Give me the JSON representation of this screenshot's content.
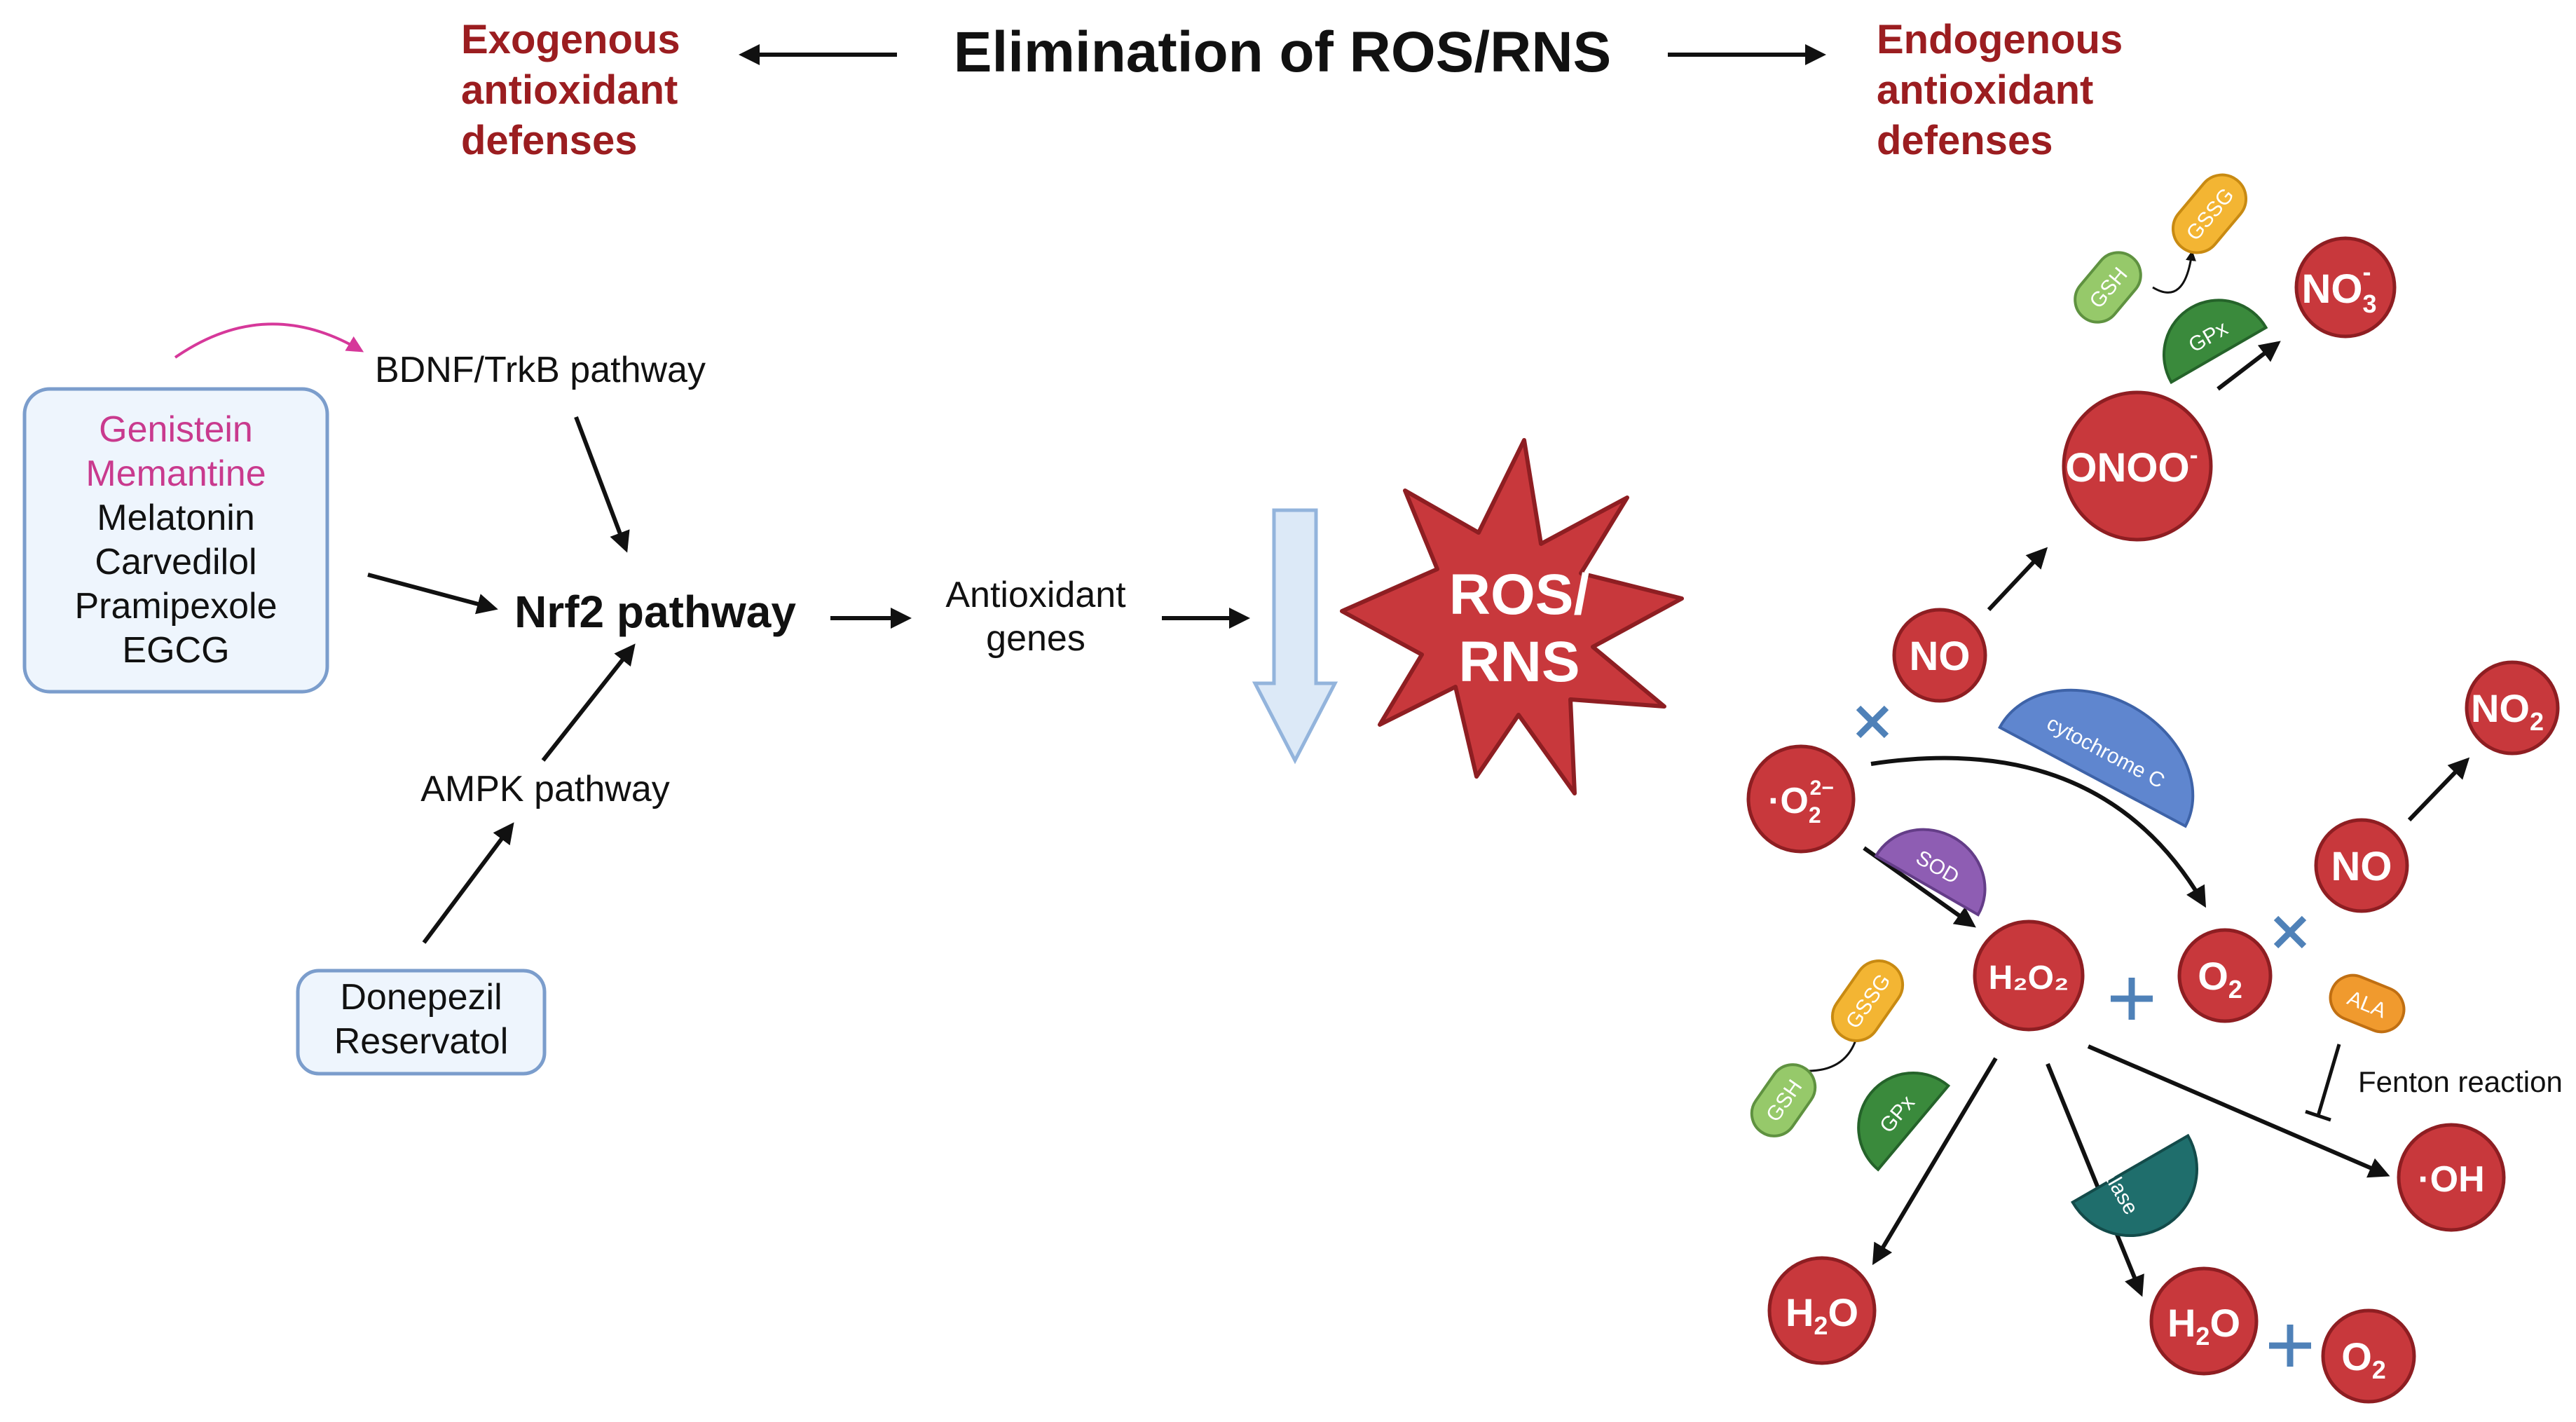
{
  "title": "Elimination of ROS/RNS",
  "headers": {
    "exogenous": [
      "Exogenous",
      "antioxidant",
      "defenses"
    ],
    "endogenous": [
      "Endogenous",
      "antioxidant",
      "defenses"
    ]
  },
  "drug_group_1": {
    "pink": [
      "Genistein",
      "Memantine"
    ],
    "black": [
      "Melatonin",
      "Carvedilol",
      "Pramipexole",
      "EGCG"
    ]
  },
  "drug_group_2": [
    "Donepezil",
    "Reservatol"
  ],
  "pathways": {
    "bdnf": "BDNF/TrkB pathway",
    "nrf2": "Nrf2 pathway",
    "ampk": "AMPK pathway",
    "genes": [
      "Antioxidant",
      "genes"
    ]
  },
  "ros_burst": [
    "ROS/",
    "RNS"
  ],
  "molecules": {
    "gsh": "GSH",
    "gssg": "GSSG",
    "gpx": "GPx",
    "no3": "NO",
    "no3_sub": "3",
    "no3_sup": "-",
    "onoo": "ONOO",
    "onoo_sup": "-",
    "no": "NO",
    "no2": "NO",
    "no2_sub": "2",
    "superoxide_dot": "·",
    "superoxide": "O",
    "superoxide_sub": "2",
    "superoxide_sup": "2−",
    "cytochrome": "cytochrome C",
    "sod": "SOD",
    "h2o2": "H₂O₂",
    "o2": "O",
    "o2_sub": "2",
    "ala": "ALA",
    "fenton": "Fenton reaction",
    "oh_dot": "·",
    "oh": "OH",
    "catalase": "catalase",
    "h2o": "H",
    "h2o_sub": "2",
    "h2o_tail": "O"
  },
  "colors": {
    "molecule_red": "#c8383c",
    "title_red": "#9b1d20",
    "drug_box_fill": "#eef5fd",
    "drug_box_stroke": "#7b9dcc",
    "gpx_green": "#3a8a3c",
    "gsh_green": "#96c96a",
    "gssg_yellow": "#f3b533",
    "ala_orange": "#f09a2e",
    "sod_purple": "#8e5db3",
    "cytochrome_blue": "#5f86cf",
    "catalase_teal": "#1f6e6c",
    "plus_blue": "#4f81b8"
  }
}
